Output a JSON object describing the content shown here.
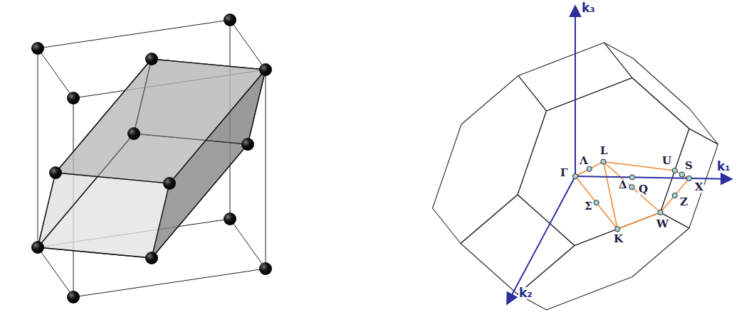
{
  "diagram": {
    "labels": [
      "k₃",
      "L",
      "Λ",
      "U",
      "S",
      "k₁",
      "Γ",
      "Q",
      "Δ",
      "X",
      "Σ",
      "Z",
      "K",
      "W",
      "k₂"
    ]
  }
}
